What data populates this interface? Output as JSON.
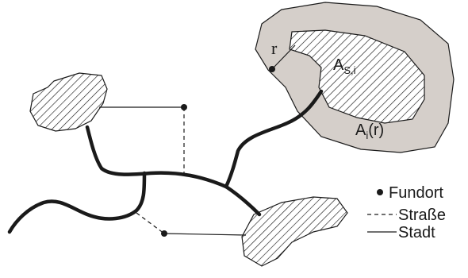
{
  "labels": {
    "radius": "r",
    "settlement_area_main": "A",
    "settlement_area_sub": "S,i",
    "buffer_area_main": "A",
    "buffer_area_sub": "i",
    "buffer_area_suffix": "(r)"
  },
  "legend": {
    "items": [
      {
        "symbol": "dot",
        "label": "Fundort"
      },
      {
        "symbol": "dashed",
        "label": "Straße"
      },
      {
        "symbol": "solid",
        "label": "Stadt"
      }
    ]
  },
  "colors": {
    "ink": "#1a1a1a",
    "buffer_fill": "#d5cfca",
    "hatch": "#1a1a1a",
    "background": "#ffffff"
  }
}
